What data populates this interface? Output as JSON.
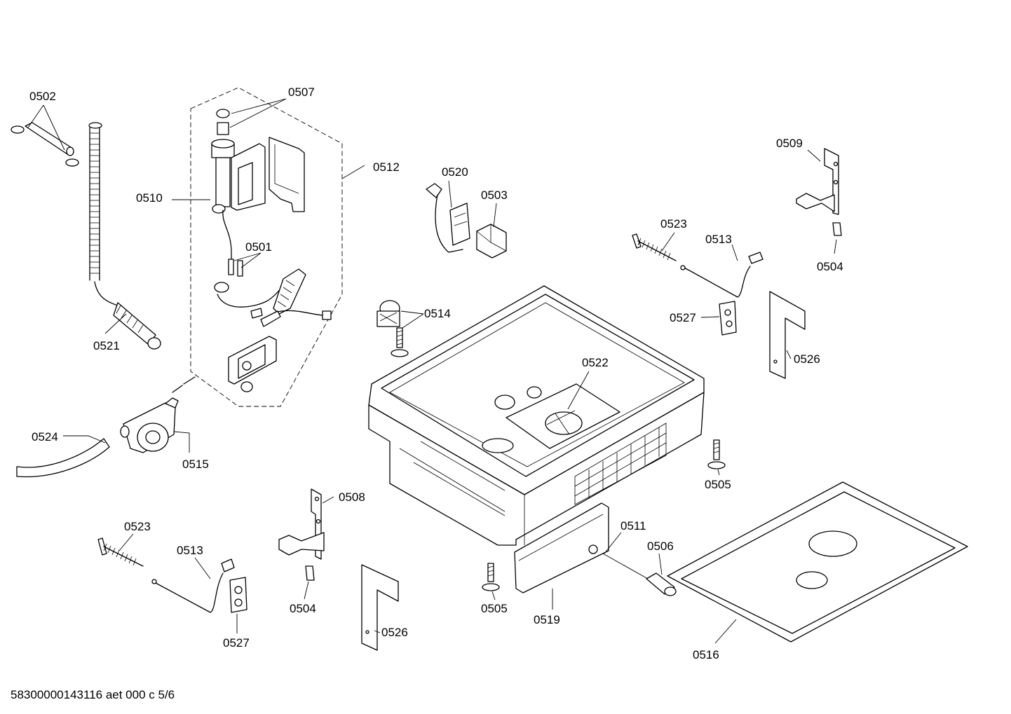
{
  "labels": {
    "p0502": "0502",
    "p0507": "0507",
    "p0512": "0512",
    "p0510": "0510",
    "p0501": "0501",
    "p0521": "0521",
    "p0520": "0520",
    "p0503": "0503",
    "p0509": "0509",
    "p0523a": "0523",
    "p0513a": "0513",
    "p0504a": "0504",
    "p0514": "0514",
    "p0527a": "0527",
    "p0526a": "0526",
    "p0522": "0522",
    "p0524": "0524",
    "p0515": "0515",
    "p0505a": "0505",
    "p0508": "0508",
    "p0523b": "0523",
    "p0513b": "0513",
    "p0504b": "0504",
    "p0527b": "0527",
    "p0526b": "0526",
    "p0505b": "0505",
    "p0519": "0519",
    "p0511": "0511",
    "p0506": "0506",
    "p0516": "0516"
  },
  "footer": "58300000143116 aet 000 c 5/6"
}
